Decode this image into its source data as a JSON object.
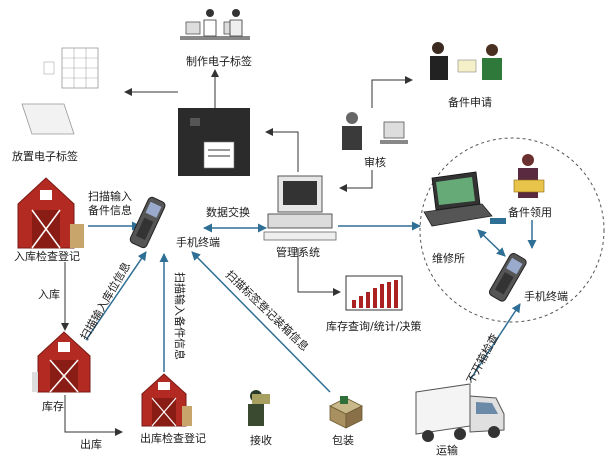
{
  "labels": {
    "make_tag": "制作电子标签",
    "place_tag": "放置电子标签",
    "parts_apply": "备件申请",
    "audit": "审核",
    "scan_in_line1": "扫描输入",
    "scan_in_line2": "备件信息",
    "inbound_check": "入库检查登记",
    "data_exchange": "数据交换",
    "handheld_1": "手机终端",
    "mgmt_system": "管理系统",
    "parts_receive": "备件领用",
    "repair_station": "维修所",
    "handheld_2": "手机终端",
    "stock_in": "入库",
    "scan_location": "扫描输入库位信息",
    "scan_parts": "扫描输入备件信息",
    "scan_tag_pack": "扫描标签登记装箱信息",
    "stock_query": "库存查询/统计/决策",
    "inventory": "库存",
    "outbound_check": "出库检查登记",
    "stock_out": "出库",
    "receive": "接收",
    "pack": "包装",
    "transport": "运输",
    "no_check": "不开箱检查"
  },
  "colors": {
    "arrow_dark": "#333333",
    "arrow_blue": "#2f6f95",
    "barn_red": "#b32a22"
  }
}
